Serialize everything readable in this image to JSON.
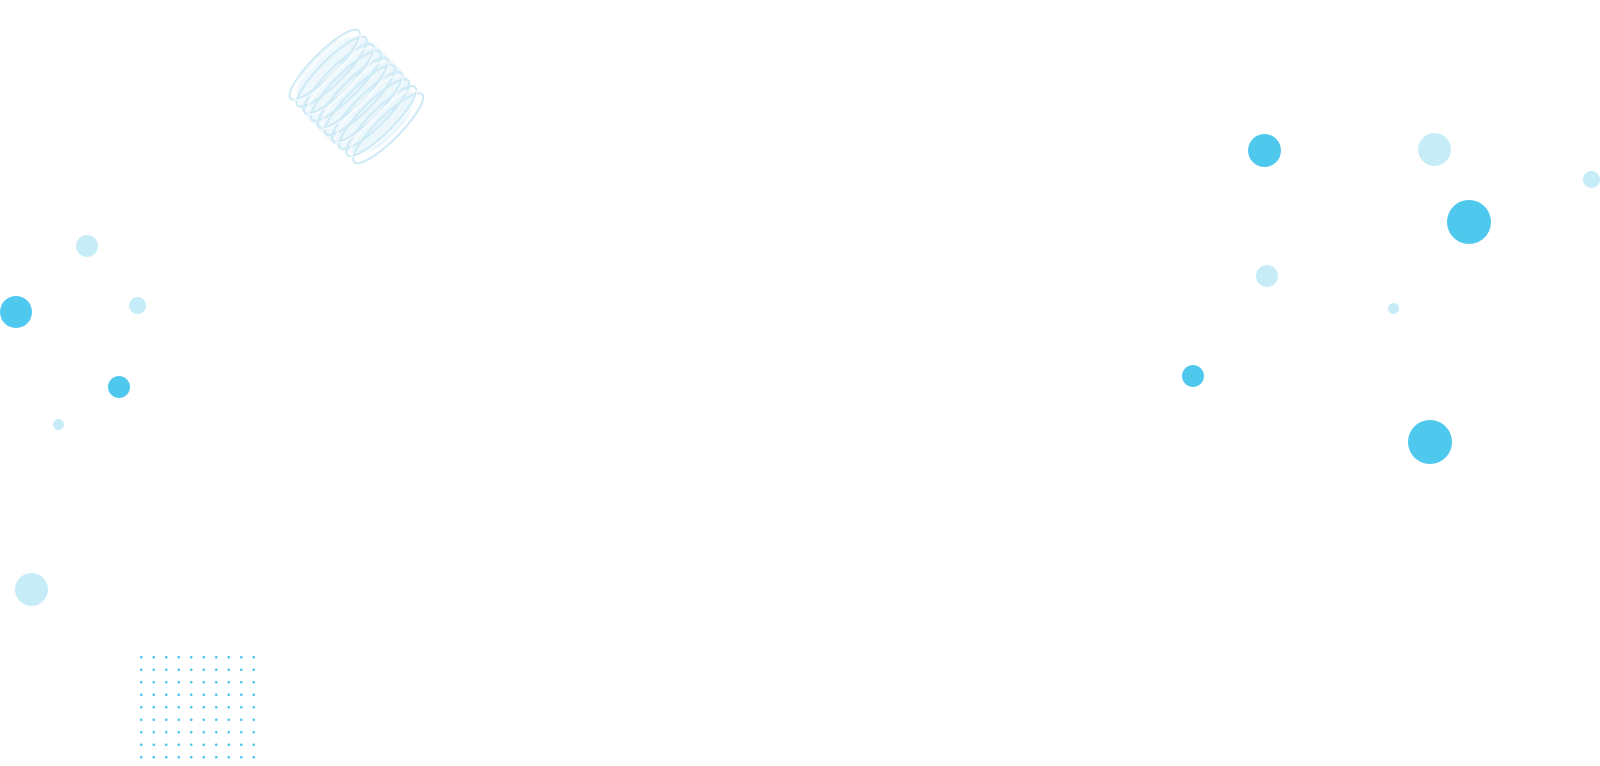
{
  "page": {
    "background": "#ffffff"
  },
  "colors": {
    "accent": "#4ec8ec",
    "accent_light": "#c6ecf8",
    "coil_tint": "#dcf0fa"
  },
  "decorations": {
    "left_bubbles": [
      "soft",
      "strong",
      "soft",
      "strong",
      "soft",
      "soft"
    ],
    "right_bubbles": [
      "strong",
      "soft",
      "soft",
      "strong",
      "soft",
      "soft",
      "strong",
      "strong"
    ],
    "coil_icon": "coil-spring-icon",
    "dot_grid_icon": "dot-grid-pattern"
  }
}
